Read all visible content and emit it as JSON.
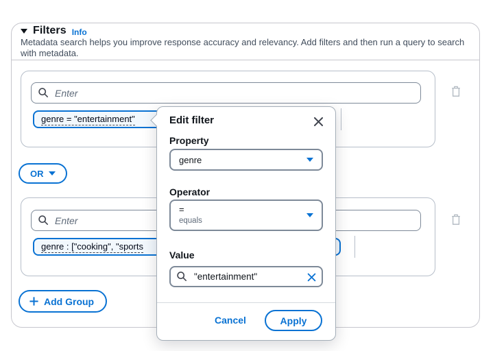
{
  "colors": {
    "accent": "#0972d3",
    "token_background": "#f2f8fd",
    "panel_border": "#c6c6cd",
    "input_border": "#7d8998",
    "text": "#0f141a",
    "secondary_text": "#414d5c"
  },
  "section": {
    "title": "Filters",
    "info_label": "Info",
    "description": "Metadata search helps you improve response accuracy and relevancy. Add filters and then run a query to search with metadata."
  },
  "groups": [
    {
      "search_placeholder": "Enter",
      "token": "genre = \"entertainment\""
    },
    {
      "search_placeholder": "Enter",
      "token": "genre : [\"cooking\", \"sports"
    }
  ],
  "toolbar": {
    "or_label": "OR",
    "add_group_label": "Add Group"
  },
  "popup": {
    "title": "Edit filter",
    "fields": {
      "property": {
        "label": "Property",
        "value": "genre"
      },
      "operator": {
        "label": "Operator",
        "value": "=",
        "description": "equals"
      },
      "value": {
        "label": "Value",
        "value": "\"entertainment\""
      }
    },
    "cancel_label": "Cancel",
    "apply_label": "Apply"
  },
  "icons": {
    "search": "magnifier",
    "trash": "trash-can",
    "close": "x-mark",
    "clear": "x-mark",
    "caret": "triangle-down",
    "add": "plus"
  }
}
